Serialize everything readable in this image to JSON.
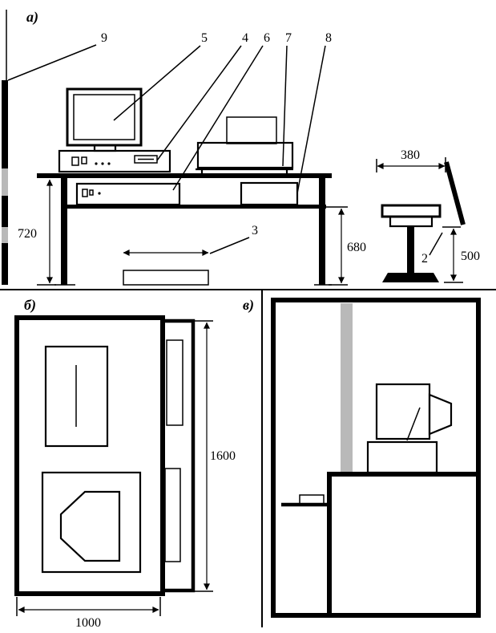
{
  "figure": {
    "section_labels": {
      "a": "а)",
      "b": "б)",
      "v": "в)"
    },
    "callouts": {
      "n9": "9",
      "n5": "5",
      "n4": "4",
      "n6": "6",
      "n7": "7",
      "n8": "8",
      "n3": "3",
      "n2": "2"
    },
    "dimensions": {
      "desk_height": "720",
      "shelf_height": "680",
      "seat_depth": "380",
      "seat_height": "500",
      "plan_length": "1600",
      "plan_width": "1000"
    }
  }
}
